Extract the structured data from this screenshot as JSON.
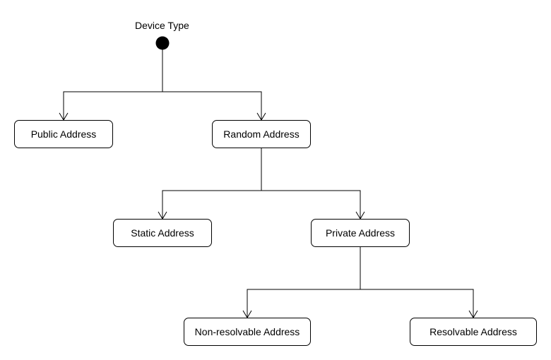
{
  "diagram": {
    "root": {
      "label": "Device Type"
    },
    "nodes": {
      "public": "Public Address",
      "random": "Random Address",
      "static": "Static Address",
      "private": "Private Address",
      "nonresolvable": "Non-resolvable Address",
      "resolvable": "Resolvable Address"
    },
    "edges": [
      {
        "from": "root",
        "to": "public"
      },
      {
        "from": "root",
        "to": "random"
      },
      {
        "from": "random",
        "to": "static"
      },
      {
        "from": "random",
        "to": "private"
      },
      {
        "from": "private",
        "to": "nonresolvable"
      },
      {
        "from": "private",
        "to": "resolvable"
      }
    ]
  }
}
